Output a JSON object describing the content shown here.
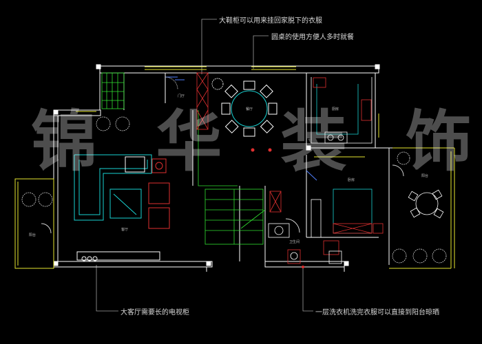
{
  "annotations": {
    "shoe_cabinet": "大鞋柜可以用来挂回家脱下的衣服",
    "round_table": "圆桌的使用方便人多时就餐",
    "tv_cabinet": "大客厅需要长的电视柜",
    "washer": "一层洗衣机洗完衣服可以直接到阳台晾晒"
  },
  "watermark": [
    "锦",
    "华",
    "装",
    "饰"
  ],
  "rooms": {
    "dining": "餐厅",
    "kitchen": "厨房",
    "living": "客厅",
    "bedroom": "卧房",
    "bathroom": "卫生间",
    "west_balcony": "阳台",
    "east_balcony": "阳台",
    "entrance": "门厅"
  },
  "colors": {
    "wall": "#ffffff",
    "window": "#e8e830",
    "furniture": "#19d4d4",
    "sofa": "#e03030",
    "stairs": "#30e030",
    "door": "#5080ff",
    "leader": "#a0a0a0"
  }
}
